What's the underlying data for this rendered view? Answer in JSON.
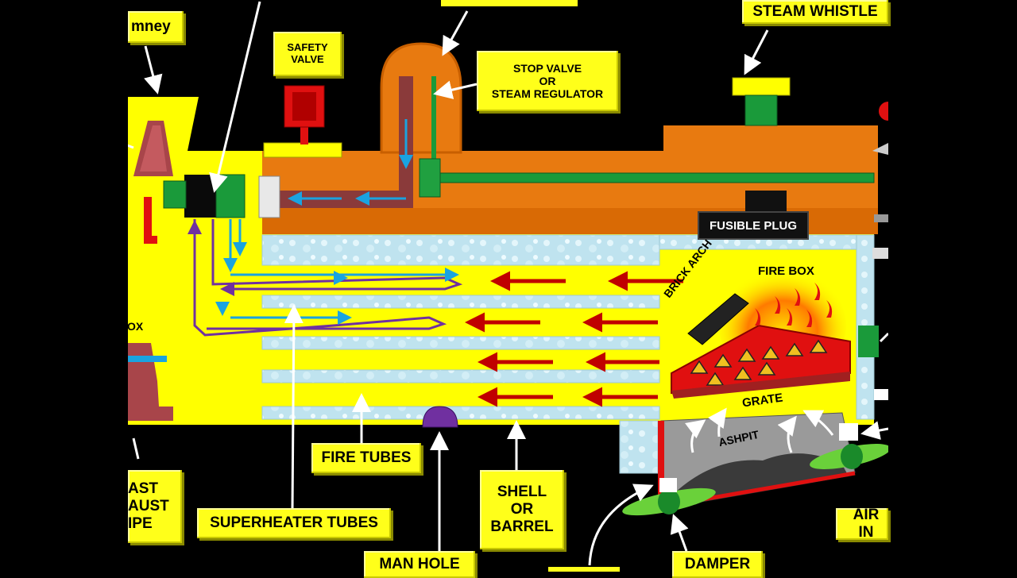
{
  "labels": {
    "chimney": "mney",
    "safety_valve_l1": "SAFETY",
    "safety_valve_l2": "VALVE",
    "stop_valve_l1": "STOP VALVE",
    "stop_valve_l2": "OR",
    "stop_valve_l3": "STEAM REGULATOR",
    "steam_whistle": "STEAM WHISTLE",
    "fusible_plug": "FUSIBLE PLUG",
    "fire_box": "FIRE BOX",
    "brick_arch": "BRICK ARCH",
    "grate": "GRATE",
    "ashpit": "ASHPIT",
    "smoke_box_partial": "OX",
    "fire_tubes": "FIRE TUBES",
    "shell_l1": "SHELL",
    "shell_l2": "OR",
    "shell_l3": "BARREL",
    "superheater_tubes": "SUPERHEATER TUBES",
    "exhaust_l1": "AST",
    "exhaust_l2": "AUST",
    "exhaust_l3": "IPE",
    "man_hole": "MAN HOLE",
    "damper": "DAMPER",
    "air_inlet": "AIR IN"
  },
  "colors": {
    "label_bg": "#ffff1a",
    "boiler_body": "#ffff00",
    "steam_space": "#e87a10",
    "flue_arrow": "#c00000",
    "steam_arrow": "#1aa3e0",
    "superheat_arrow": "#7030a0",
    "valve_green": "#1a9a3a",
    "valve_red": "#e01010"
  }
}
